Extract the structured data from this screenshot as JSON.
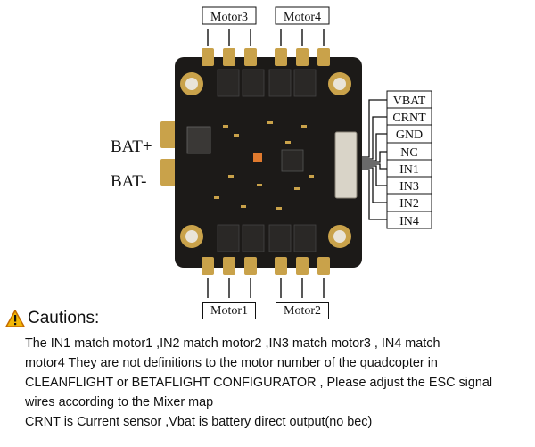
{
  "labels": {
    "motor3": "Motor3",
    "motor4": "Motor4",
    "motor1": "Motor1",
    "motor2": "Motor2",
    "bat_plus": "BAT+",
    "bat_minus": "BAT-"
  },
  "pins": [
    "VBAT",
    "CRNT",
    "GND",
    "NC",
    "IN1",
    "IN3",
    "IN2",
    "IN4"
  ],
  "cautions": {
    "icon": "warning-triangle-icon",
    "title": "Cautions:",
    "lines": [
      "The IN1 match motor1 ,IN2 match motor2 ,IN3 match motor3 , IN4 match",
      "motor4 They are not definitions to the motor number of the quadcopter in",
      "CLEANFLIGHT or BETAFLIGHT CONFIGURATOR , Please adjust the ESC signal",
      "wires according to the Mixer map",
      "CRNT is Current sensor ,Vbat is battery direct output(no bec)"
    ]
  },
  "colors": {
    "board": "#1c1a18",
    "pad": "#c9a24a",
    "warning": "#f2b705"
  }
}
